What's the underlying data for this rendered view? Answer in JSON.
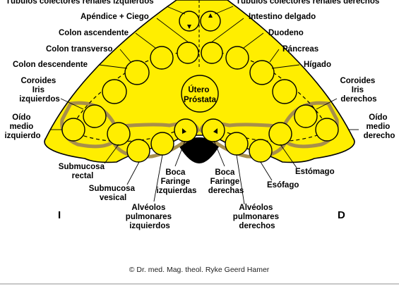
{
  "labels": {
    "tubulos_izq": "Túbulos colectores renales izquierdos",
    "tubulos_der": "Túbulos colectores renales derechos",
    "apendice": "Apéndice + Ciego",
    "intestino": "Intestino delgado",
    "colon_asc": "Colon ascendente",
    "duodeno": "Duodeno",
    "colon_trans": "Colon transverso",
    "pancreas": "Páncreas",
    "colon_desc": "Colon descendente",
    "higado": "Hígado",
    "coroides_izq": [
      "Coroides",
      "Iris",
      "izquierdos"
    ],
    "coroides_der": [
      "Coroides",
      "Iris",
      "derechos"
    ],
    "oido_izq": [
      "Oído",
      "medio",
      "izquierdo"
    ],
    "oido_der": [
      "Oído",
      "medio",
      "derecho"
    ],
    "utero": [
      "Útero",
      "Próstata"
    ],
    "sub_rectal": [
      "Submucosa",
      "rectal"
    ],
    "sub_vesical": [
      "Submucosa",
      "vesical"
    ],
    "boca_izq": [
      "Boca",
      "Faringe",
      "izquierdas"
    ],
    "boca_der": [
      "Boca",
      "Faringe",
      "derechas"
    ],
    "alv_izq": [
      "Alvéolos",
      "pulmonares",
      "izquierdos"
    ],
    "alv_der": [
      "Alvéolos",
      "pulmonares",
      "derechos"
    ],
    "estomago": "Estómago",
    "esofago": "Esófago",
    "side_left": "I",
    "side_right": "D"
  },
  "copyright": "© Dr. med. Mag. theol. Ryke Geerd Hamer",
  "colors": {
    "fill": "#ffee00",
    "ring": "#a88f4a",
    "outline": "#000000",
    "footer_line": "#c8c8c8"
  }
}
